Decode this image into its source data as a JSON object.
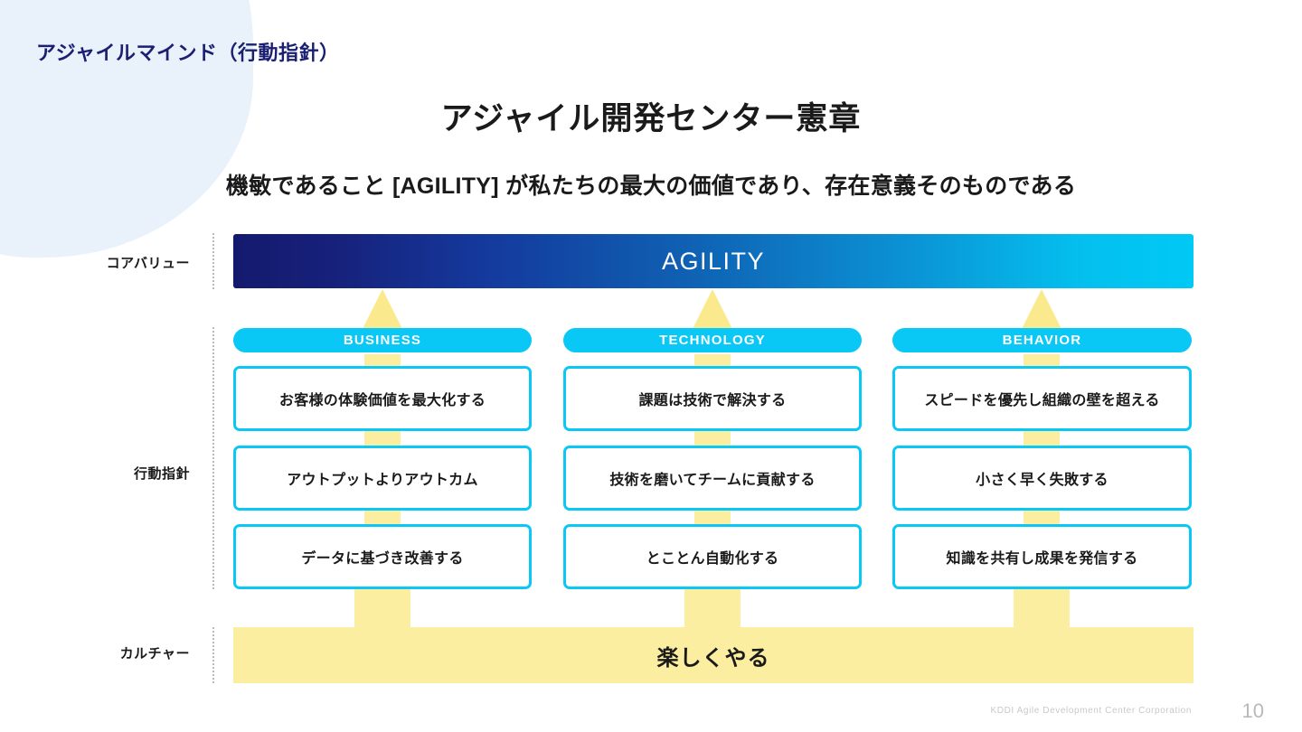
{
  "header": {
    "title": "アジャイルマインド（行動指針）"
  },
  "titles": {
    "main": "アジャイル開発センター憲章",
    "sub": "機敏であること [AGILITY] が私たちの最大の価値であり、存在意義そのものである"
  },
  "row_labels": {
    "core_value": "コアバリュー",
    "guideline": "行動指針",
    "culture": "カルチャー"
  },
  "core_value": {
    "label": "AGILITY"
  },
  "columns": [
    {
      "pill": "BUSINESS",
      "cards": [
        "お客様の体験価値を最大化する",
        "アウトプットよりアウトカム",
        "データに基づき改善する"
      ]
    },
    {
      "pill": "TECHNOLOGY",
      "cards": [
        "課題は技術で解決する",
        "技術を磨いてチームに貢献する",
        "とことん自動化する"
      ]
    },
    {
      "pill": "BEHAVIOR",
      "cards": [
        "スピードを優先し組織の壁を超える",
        "小さく早く失敗する",
        "知識を共有し成果を発信する"
      ]
    }
  ],
  "culture": {
    "label": "楽しくやる"
  },
  "footer": {
    "corporation": "KDDI Agile Development Center Corporation",
    "page_number": "10"
  },
  "colors": {
    "header_navy": "#1a1f71",
    "cyan": "#0ac8f5",
    "banner_start": "#131a6e",
    "banner_end": "#00c9f5",
    "yellow": "#fbeea0",
    "arrow_yellow": "#fae98d",
    "blob_blue": "#e9f1fb",
    "footer_grey": "#c9c9c9"
  }
}
